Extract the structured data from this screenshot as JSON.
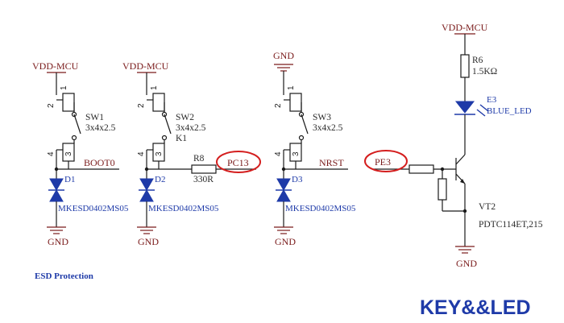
{
  "rails": {
    "vdd": "VDD-MCU",
    "gnd": "GND"
  },
  "sw1": {
    "ref": "SW1",
    "pkg": "3x4x2.5"
  },
  "sw2": {
    "ref": "SW2",
    "pkg": "3x4x2.5",
    "alt": "K1"
  },
  "sw3": {
    "ref": "SW3",
    "pkg": "3x4x2.5"
  },
  "pins": {
    "p1": "1",
    "p2": "2",
    "p3": "3",
    "p4": "4"
  },
  "d1": {
    "ref": "D1",
    "part": "MKESD0402MS05"
  },
  "d2": {
    "ref": "D2",
    "part": "MKESD0402MS05"
  },
  "d3": {
    "ref": "D3",
    "part": "MKESD0402MS05"
  },
  "r8": {
    "ref": "R8",
    "value": "330R"
  },
  "r6": {
    "ref": "R6",
    "value": "1.5KΩ"
  },
  "e3": {
    "ref": "E3",
    "part": "BLUE_LED"
  },
  "vt2": {
    "ref": "VT2",
    "part": "PDTC114ET,215"
  },
  "nets": {
    "boot": "BOOT0",
    "pc13": "PC13",
    "nrst": "NRST",
    "pe3": "PE3"
  },
  "note": "ESD Protection",
  "title": "KEY&&LED",
  "colors": {
    "wire": "#1a1a1a",
    "rail": "#7a1b1b",
    "diode": "#1e3aa8",
    "highlight": "#d41e1e"
  }
}
